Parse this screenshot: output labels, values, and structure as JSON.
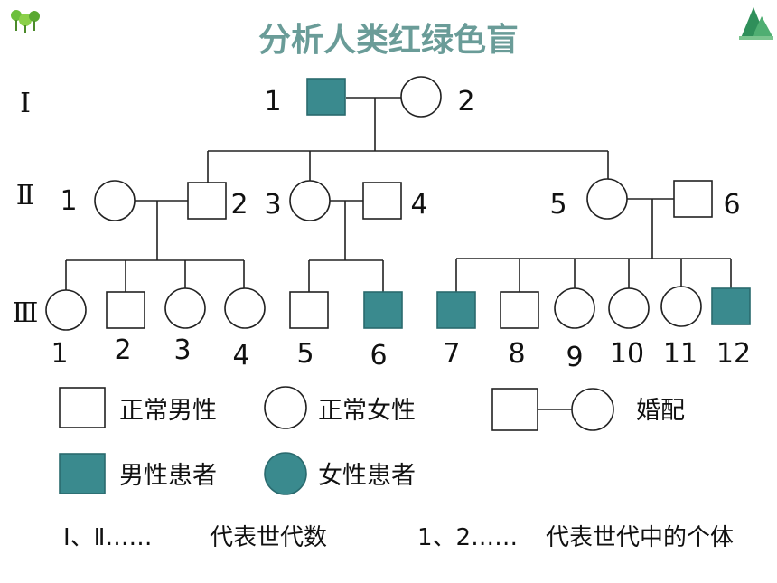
{
  "title": "分析人类红绿色盲",
  "colors": {
    "affected": "#3a8a8e",
    "normal": "#ffffff",
    "stroke": "#222222",
    "title": "#6a9c98"
  },
  "icons": {
    "top_left": "trees-icon",
    "top_right": "mountain-icon"
  },
  "generations": {
    "g1": "Ⅰ",
    "g2": "Ⅱ",
    "g3": "Ⅲ"
  },
  "gen1": [
    {
      "label": "1",
      "sex": "male",
      "affected": true
    },
    {
      "label": "2",
      "sex": "female",
      "affected": false
    }
  ],
  "gen2": [
    {
      "label": "1",
      "sex": "female",
      "affected": false
    },
    {
      "label": "2",
      "sex": "male",
      "affected": false
    },
    {
      "label": "3",
      "sex": "female",
      "affected": false
    },
    {
      "label": "4",
      "sex": "male",
      "affected": false
    },
    {
      "label": "5",
      "sex": "female",
      "affected": false
    },
    {
      "label": "6",
      "sex": "male",
      "affected": false
    }
  ],
  "gen3": [
    {
      "label": "1",
      "sex": "female",
      "affected": false
    },
    {
      "label": "2",
      "sex": "male",
      "affected": false
    },
    {
      "label": "3",
      "sex": "female",
      "affected": false
    },
    {
      "label": "4",
      "sex": "female",
      "affected": false
    },
    {
      "label": "5",
      "sex": "male",
      "affected": false
    },
    {
      "label": "6",
      "sex": "male",
      "affected": true
    },
    {
      "label": "7",
      "sex": "male",
      "affected": true
    },
    {
      "label": "8",
      "sex": "male",
      "affected": false
    },
    {
      "label": "9",
      "sex": "female",
      "affected": false
    },
    {
      "label": "10",
      "sex": "female",
      "affected": false
    },
    {
      "label": "11",
      "sex": "female",
      "affected": false
    },
    {
      "label": "12",
      "sex": "male",
      "affected": true
    }
  ],
  "legend": {
    "normal_male": "正常男性",
    "normal_female": "正常女性",
    "marriage": "婚配",
    "affected_male": "男性患者",
    "affected_female": "女性患者"
  },
  "notes": {
    "gen_symbols": "Ⅰ、Ⅱ……",
    "gen_meaning": "代表世代数",
    "num_symbols": "1、2……",
    "num_meaning": "代表世代中的个体"
  }
}
